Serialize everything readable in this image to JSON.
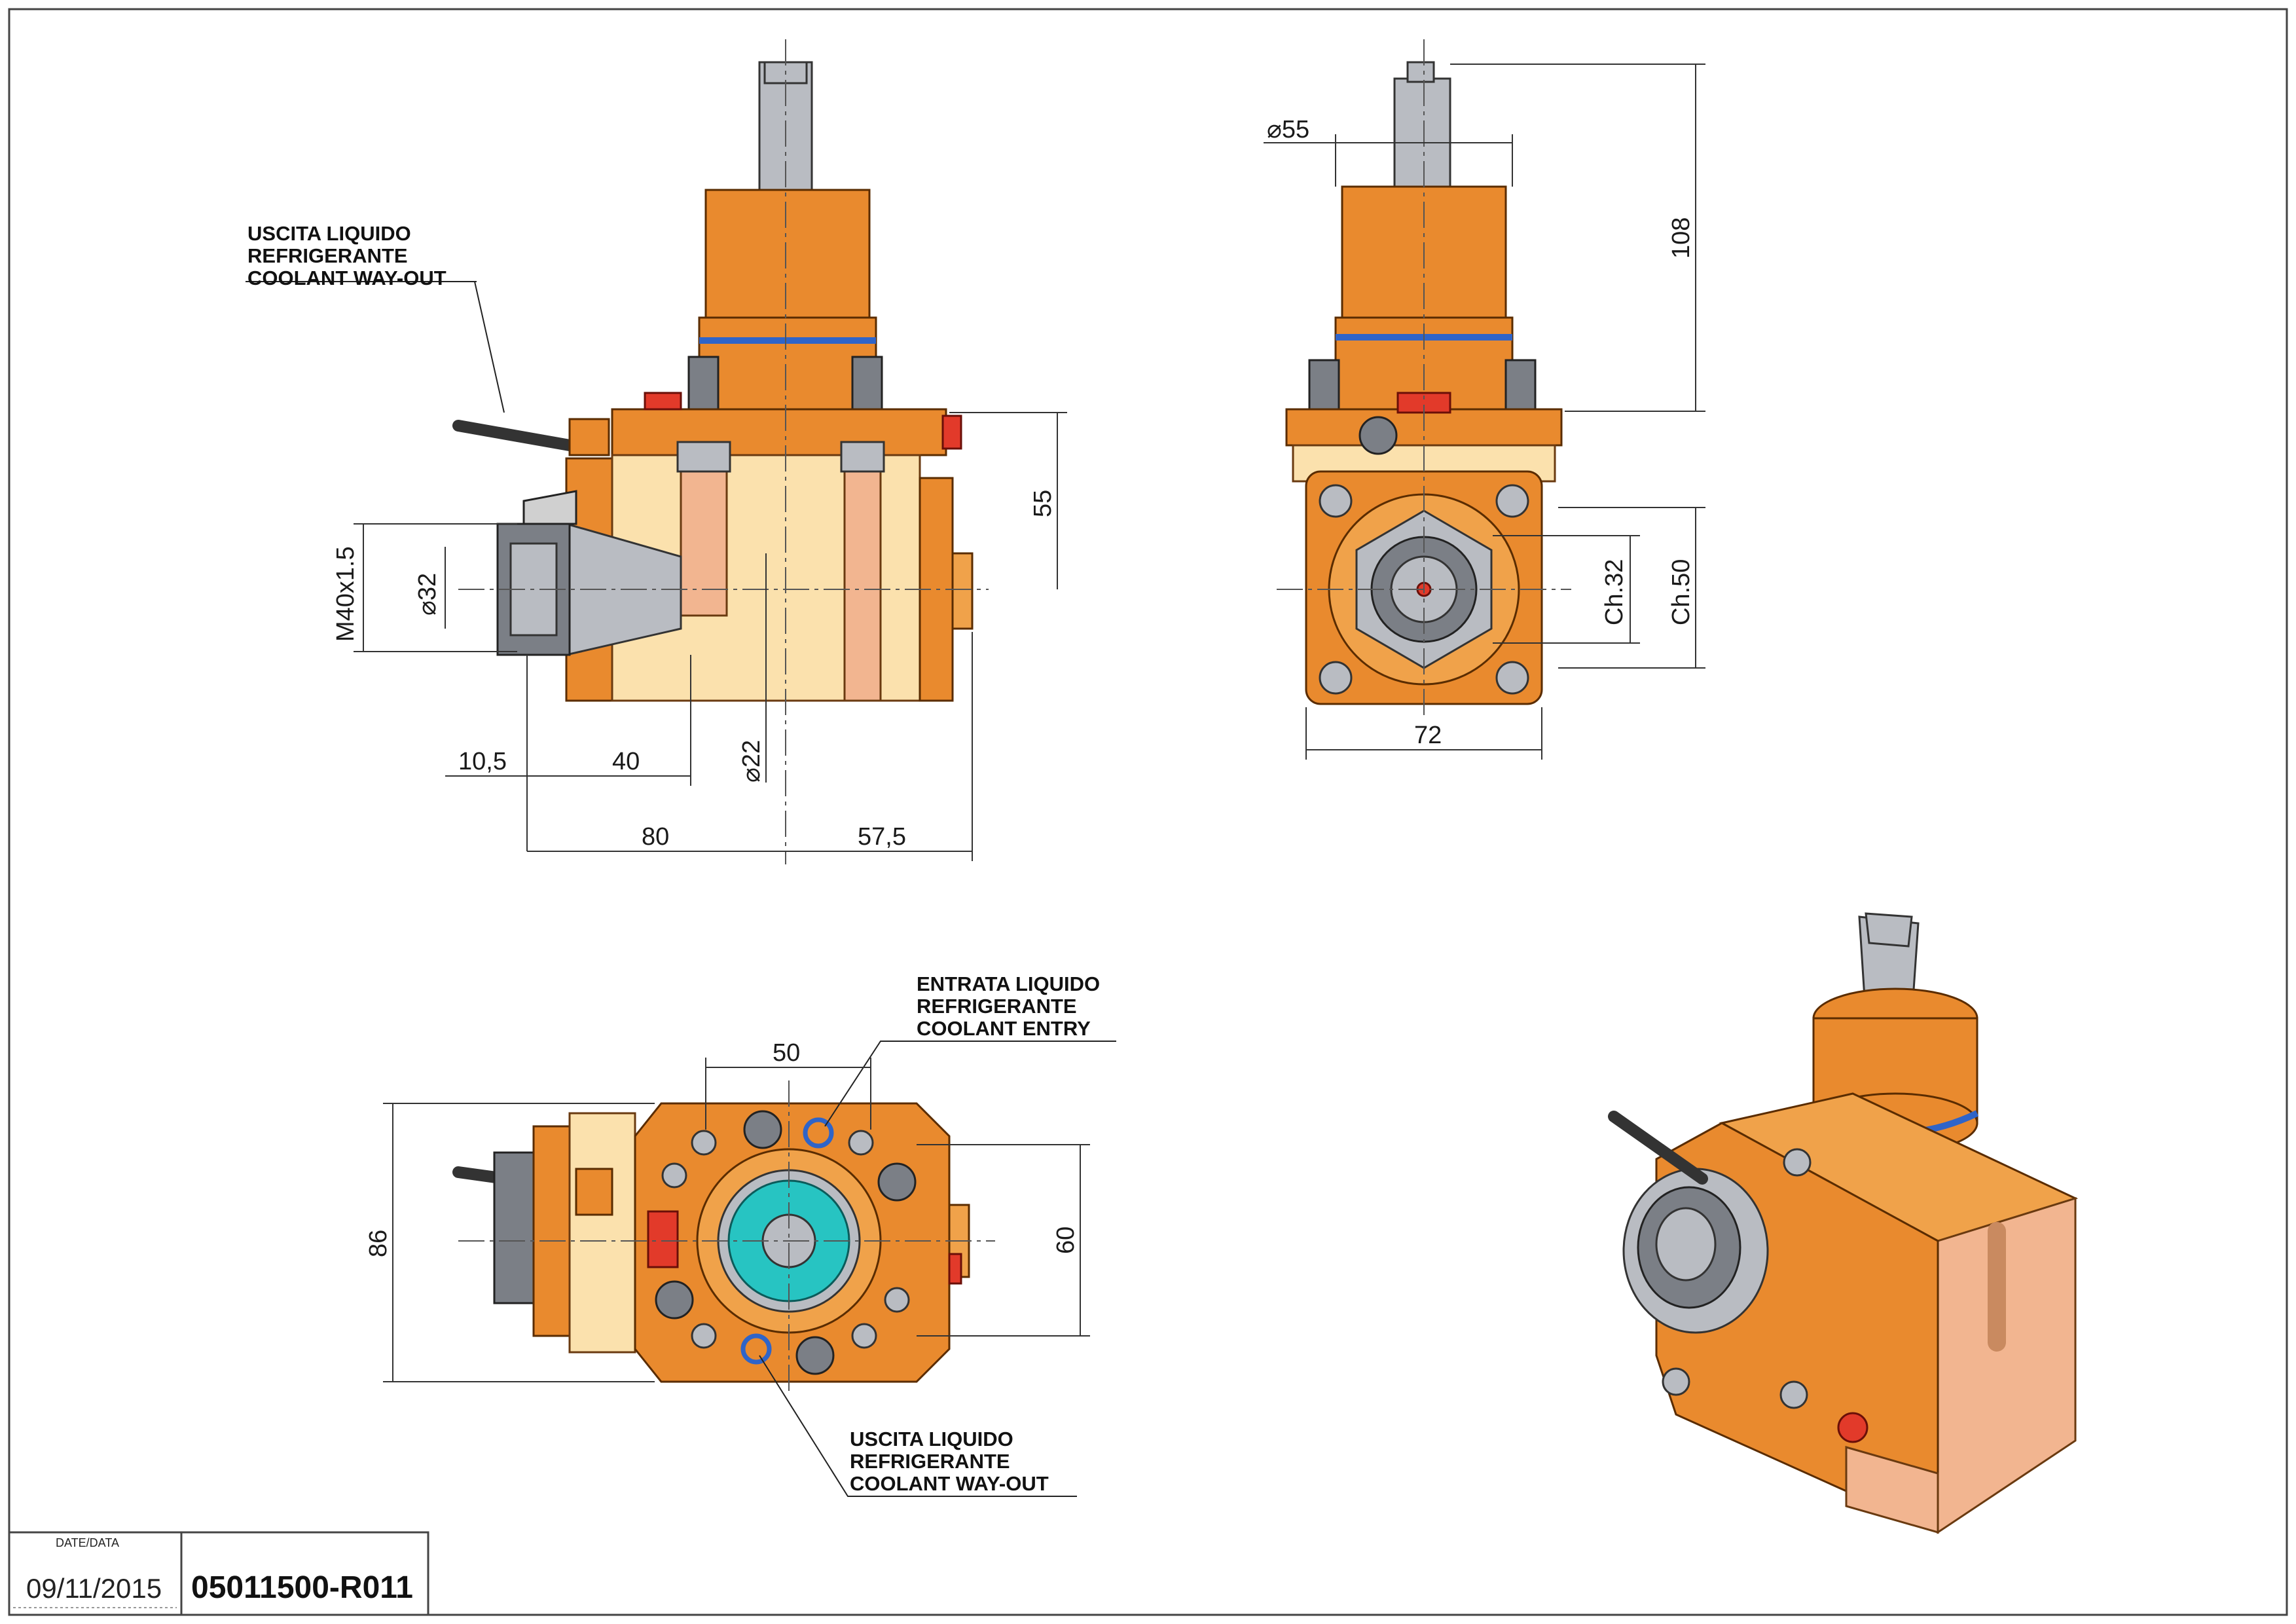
{
  "notes": {
    "coolant_out_top": [
      "USCITA LIQUIDO",
      "REFRIGERANTE",
      "COOLANT WAY-OUT"
    ],
    "coolant_entry": [
      "ENTRATA LIQUIDO",
      "REFRIGERANTE",
      "COOLANT ENTRY"
    ],
    "coolant_out_bottom": [
      "USCITA LIQUIDO",
      "REFRIGERANTE",
      "COOLANT WAY-OUT"
    ]
  },
  "dimensions": {
    "side_view": {
      "thread": "M40x1.5",
      "bore": "32",
      "body_height": "55",
      "offset_left": "10,5",
      "length_40": "40",
      "pin_dia": "22",
      "length_80": "80",
      "length_57": "57,5"
    },
    "front_view": {
      "shank_dia": "55",
      "total_height": "108",
      "wrench_small": "Ch.32",
      "wrench_large": "Ch.50",
      "width": "72"
    },
    "top_view": {
      "bolt_spacing": "50",
      "height": "86",
      "center_height": "60"
    }
  },
  "title_block": {
    "date_label": "DATE/DATA",
    "date": "09/11/2015",
    "code": "05011500-R011"
  },
  "symbols": {
    "diameter": "⌀"
  },
  "colors": {
    "orange": "#e98a2e",
    "cream": "#fbe1ad",
    "copper": "#f2b590",
    "steel": "#b9bcc2",
    "red_plug": "#e23a2a",
    "oring_blue": "#2f64c8",
    "teal": "#27c4c2"
  }
}
